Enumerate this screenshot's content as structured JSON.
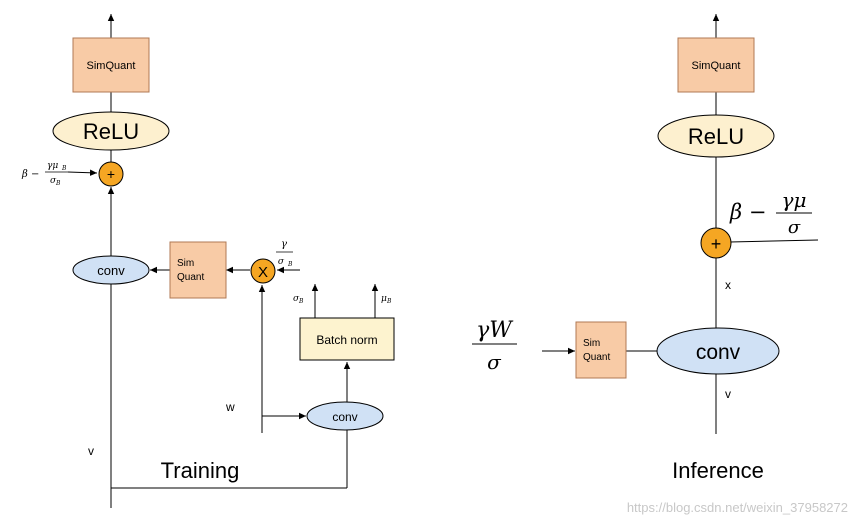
{
  "training": {
    "caption": "Training",
    "top_simquant": "SimQuant",
    "relu": "ReLU",
    "add_symbol": "+",
    "add_bias_label": "β − γμ_B / σ_B",
    "add_bias_prefix": "β −",
    "add_bias_num": "γμ",
    "add_bias_num_sub": "B",
    "add_bias_den": "σ",
    "add_bias_den_sub": "B",
    "conv_main": "conv",
    "simquant_line1": "Sim",
    "simquant_line2": "Quant",
    "mult_symbol": "X",
    "scale_num": "γ",
    "scale_den": "σ",
    "scale_den_sub": "B",
    "bn_label": "Batch norm",
    "sigma_b": "σ",
    "sigma_b_sub": "B",
    "mu_b": "μ",
    "mu_b_sub": "B",
    "w_label": "w",
    "conv_bn": "conv",
    "v_label": "v"
  },
  "inference": {
    "caption": "Inference",
    "top_simquant": "SimQuant",
    "relu": "ReLU",
    "add_symbol": "+",
    "bias_prefix": "β −",
    "bias_num": "γμ",
    "bias_den": "σ",
    "x_label": "x",
    "conv": "conv",
    "simquant_line1": "Sim",
    "simquant_line2": "Quant",
    "weight_num": "γW",
    "weight_den": "σ",
    "v_label": "v"
  },
  "watermark": "https://blog.csdn.net/weixin_37958272",
  "colors": {
    "simquant_fill": "#f8cba6",
    "relu_fill": "#fdf0cf",
    "conv_fill": "#d0e1f5",
    "add_fill": "#f5a623",
    "bn_fill": "#fdf3cf",
    "stroke": "#000000"
  }
}
